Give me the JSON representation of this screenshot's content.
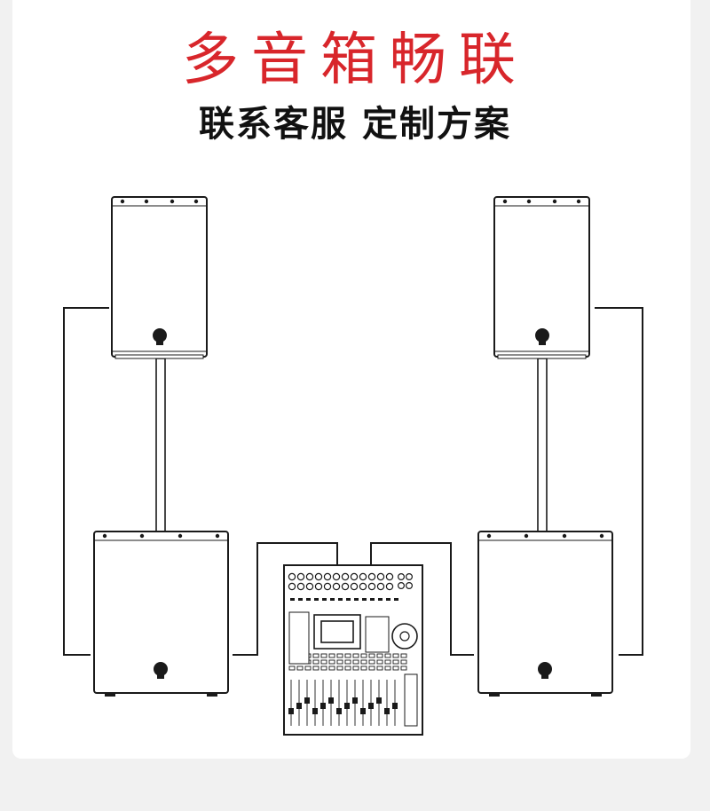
{
  "header": {
    "title": "多音箱畅联",
    "subtitle": "联系客服 定制方案"
  },
  "colors": {
    "title": "#d8262b",
    "subtitle": "#111111",
    "line": "#1a1a1a",
    "background": "#f1f1f1",
    "card": "#ffffff"
  },
  "diagram": {
    "components": [
      "speaker-top-left",
      "speaker-top-right",
      "subwoofer-bottom-left",
      "subwoofer-bottom-right",
      "mixing-console"
    ]
  }
}
